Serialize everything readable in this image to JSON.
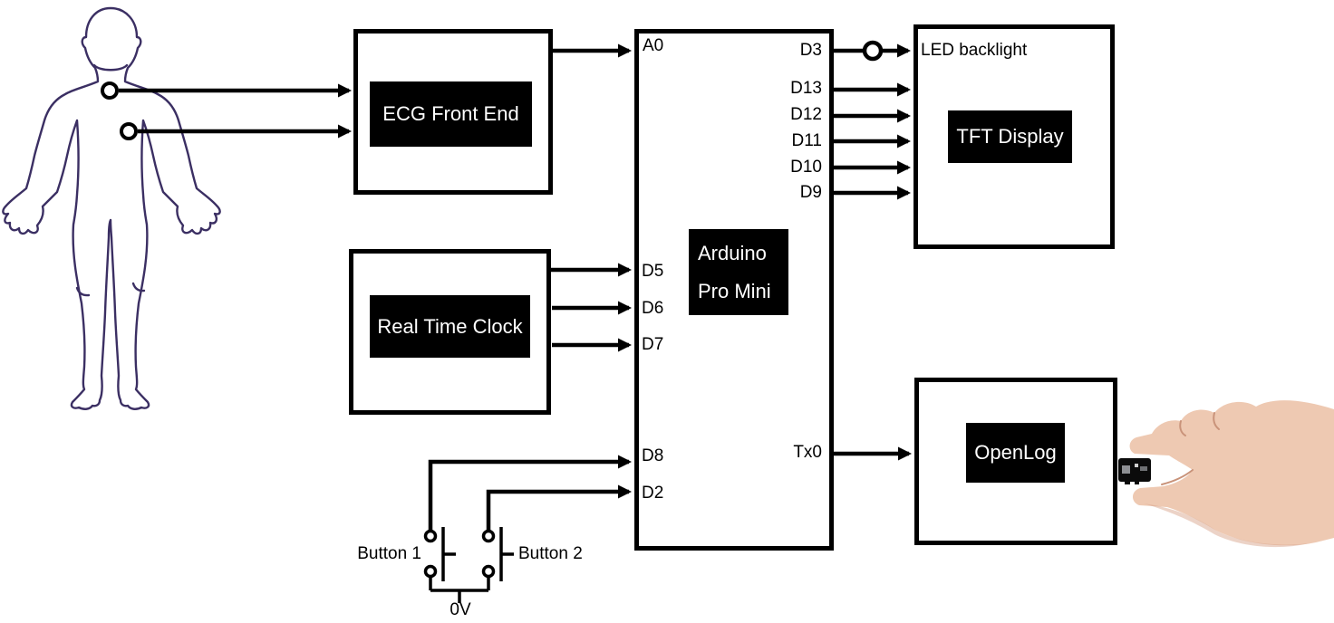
{
  "colors": {
    "background": "#ffffff",
    "line": "#000000",
    "body_outline": "#3b2f63",
    "label_bg": "#000000",
    "label_text": "#ffffff",
    "skin": "#eec9b2",
    "skin_shadow": "#d9a88f"
  },
  "blocks": {
    "ecg_front_end": {
      "label": "ECG Front End"
    },
    "real_time_clock": {
      "label": "Real Time Clock"
    },
    "arduino_pro_mini": {
      "line1": "Arduino",
      "line2": "Pro Mini"
    },
    "tft_display": {
      "label": "TFT Display",
      "backlight_label": "LED backlight"
    },
    "openlog": {
      "label": "OpenLog"
    }
  },
  "pins": {
    "left": [
      "A0",
      "D5",
      "D6",
      "D7",
      "D8",
      "D2"
    ],
    "right": [
      "D3",
      "D13",
      "D12",
      "D11",
      "D10",
      "D9"
    ],
    "serial": "Tx0"
  },
  "buttons": {
    "button1_label": "Button 1",
    "button2_label": "Button 2",
    "ground_label": "0V"
  },
  "figures": {
    "human_body": "human-body-outline-with-two-ecg-electrodes",
    "hand": "hand-holding-microsd-card"
  },
  "connections": [
    {
      "from": "electrode-chest",
      "to": "ECG Front End"
    },
    {
      "from": "electrode-torso",
      "to": "ECG Front End"
    },
    {
      "from": "ECG Front End",
      "to": "A0"
    },
    {
      "from": "Real Time Clock",
      "to": "D5"
    },
    {
      "from": "Real Time Clock",
      "to": "D6"
    },
    {
      "from": "Real Time Clock",
      "to": "D7"
    },
    {
      "from": "Button 1",
      "to": "D8"
    },
    {
      "from": "Button 2",
      "to": "D2"
    },
    {
      "from": "Button 1",
      "to": "0V"
    },
    {
      "from": "Button 2",
      "to": "0V"
    },
    {
      "from": "D3",
      "to": "LED backlight"
    },
    {
      "from": "D13",
      "to": "TFT Display"
    },
    {
      "from": "D12",
      "to": "TFT Display"
    },
    {
      "from": "D11",
      "to": "TFT Display"
    },
    {
      "from": "D10",
      "to": "TFT Display"
    },
    {
      "from": "D9",
      "to": "TFT Display"
    },
    {
      "from": "Tx0",
      "to": "OpenLog"
    }
  ]
}
